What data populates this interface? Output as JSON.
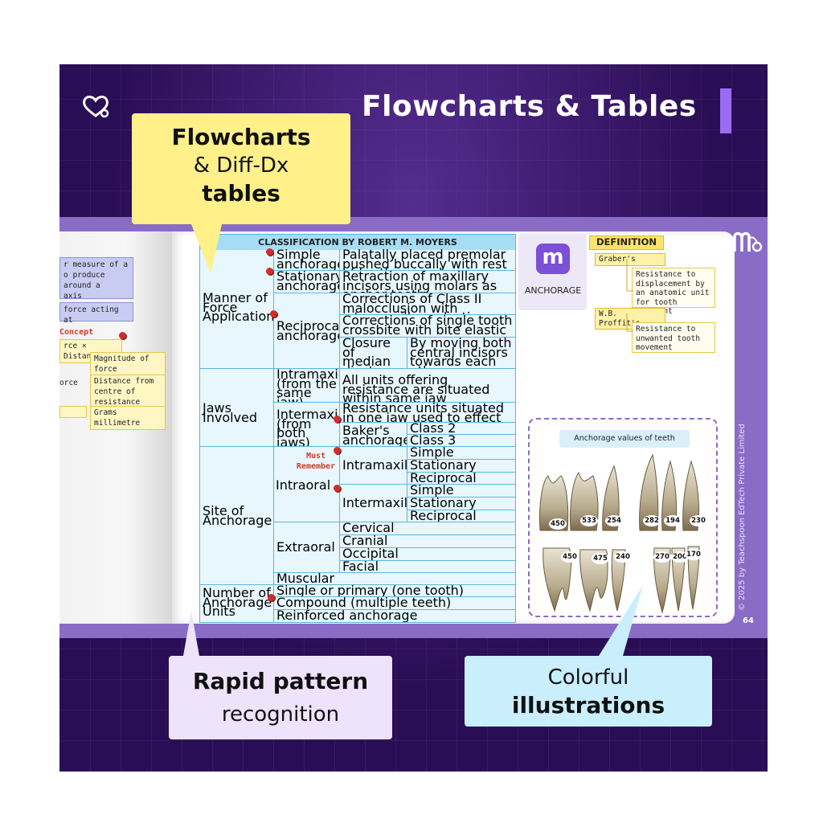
{
  "header": {
    "title": "Flowcharts & Tables"
  },
  "callouts": {
    "top": {
      "line1": "Flowcharts",
      "line2": "& Diff-Dx",
      "line3": "tables"
    },
    "bottom_left": {
      "line1": "Rapid pattern",
      "line2": "recognition"
    },
    "bottom_right": {
      "line1": "Colorful",
      "line2": "illustrations"
    }
  },
  "left_page": {
    "box1": [
      "r measure of a",
      "o produce",
      "around a",
      "axis"
    ],
    "box2": "force acting at",
    "concept": "Concept",
    "formula": "rce × Distance",
    "force": "orce",
    "magnitude": "Magnitude of force",
    "distance": "Distance from centre of resistance",
    "grams": "Grams millimetre"
  },
  "table": {
    "title": "CLASSIFICATION BY ROBERT M. MOYERS",
    "manner": "Manner of Force Application",
    "simple": "Simple anchorage",
    "simple_desc": "Palatally placed premolar pushed buccally with rest of tooth as anchorage",
    "stationary": "Stationary anchorage",
    "stationary_desc": "Retraction of maxillary incisors using molars as anchor teeth",
    "reciprocal": "Reciprocal anchorage",
    "recip_1": "Corrections of Class II malocclusion with intermaxillary elastic",
    "recip_2": "Corrections of single tooth crossbite with bite elastic",
    "recip_3a": "Closure of median diastema",
    "recip_3b": "By moving both central incisors towards each other",
    "jaws": "Jaws Involved",
    "intramax": "Intramaxillary (from the same jaw)",
    "intramax_desc": "All units offering resistance are situated within same jaw",
    "intermax": "Intermaxillary (from both jaws)",
    "intermax_desc": "Resistance units situated in one jaw used to effect tooth movement in opposite jaw",
    "bakers": "Baker's anchorage",
    "class2": "Class 2",
    "class3": "Class 3",
    "site": "Site of Anchorage",
    "must": "Must Remember",
    "intraoral": "Intraoral",
    "intra_sub": "Intramaxillary",
    "inter_sub": "Intermaxillary",
    "opt_simple": "Simple",
    "opt_stationary": "Stationary",
    "opt_reciprocal": "Reciprocal",
    "extraoral": "Extraoral",
    "cervical": "Cervical",
    "cranial": "Cranial",
    "occipital": "Occipital",
    "facial": "Facial",
    "muscular": "Muscular",
    "number": "Number of Anchorage Units",
    "single": "Single or primary (one tooth)",
    "compound": "Compound (multiple teeth)",
    "reinforced": "Reinforced anchorage"
  },
  "definition": {
    "card_label": "ANCHORAGE",
    "heading": "DEFINITION",
    "graber": "Graber's",
    "graber_def": "Resistance to displacement by an anatomic unit for tooth movement",
    "proffit": "W.B. Proffit's",
    "proffit_def": "Resistance to unwanted tooth movement"
  },
  "teeth": {
    "title": "Anchorage values of teeth",
    "upper": [
      "450",
      "533",
      "254",
      "282",
      "194",
      "230"
    ],
    "lower": [
      "450",
      "475",
      "240",
      "270",
      "200",
      "170"
    ]
  },
  "footer": {
    "copyright": "© 2025 by Teachspoon EdTech Private Limited",
    "page": "64"
  },
  "colors": {
    "background": "#2a0e55",
    "accent": "#9b6cf2",
    "table": "#e7f7fd",
    "callout_yellow": "#fff08a"
  }
}
